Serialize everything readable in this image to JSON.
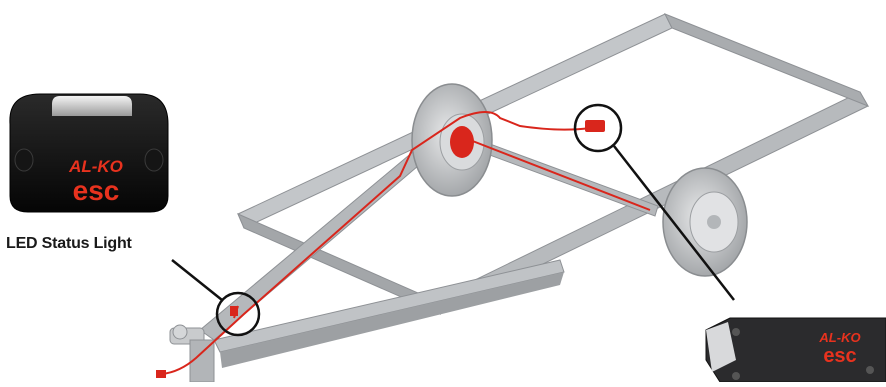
{
  "led_label": "LED Status Light",
  "brand": {
    "logo_line1": "AL-KO",
    "logo_line2": "esc",
    "color": "#e8321e"
  },
  "colors": {
    "frame": "#b9bcbf",
    "wiring": "#d9261c",
    "tyre": "#cfd1d3",
    "callout": "#111111"
  }
}
